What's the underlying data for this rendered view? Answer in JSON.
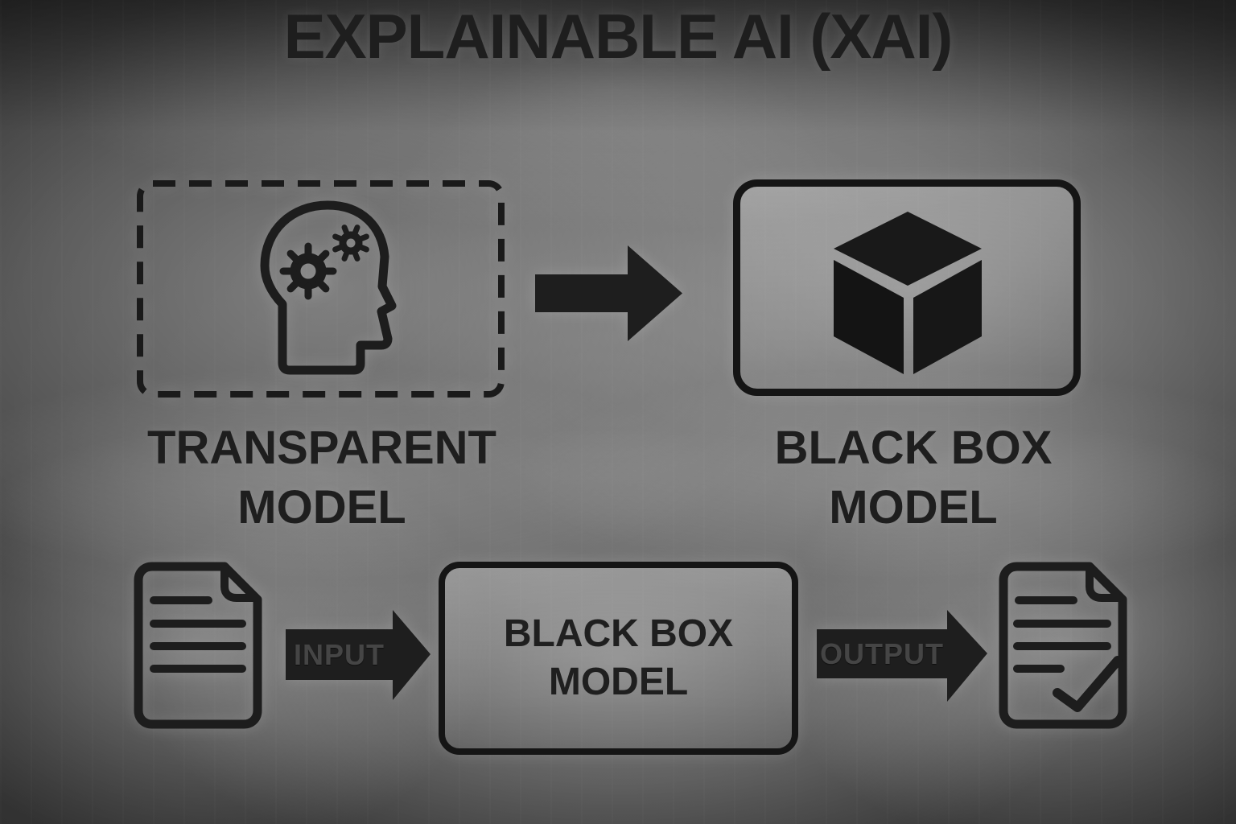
{
  "title": "EXPLAINABLE AI (XAI)",
  "top_row": {
    "transparent_model": {
      "label": "TRANSPARENT MODEL",
      "icon": "head-with-gears"
    },
    "arrow": {
      "icon": "right-arrow"
    },
    "black_box_model": {
      "label": "BLACK BOX MODEL",
      "icon": "black-cube"
    }
  },
  "bottom_row": {
    "input_document": {
      "icon": "document-lines"
    },
    "input_arrow": {
      "label": "INPUT"
    },
    "process_box": {
      "label": "BLACK BOX MODEL"
    },
    "output_arrow": {
      "label": "OUTPUT"
    },
    "output_document": {
      "icon": "document-check"
    }
  },
  "colors": {
    "ink": "#1d1d1d",
    "arrow_fill": "#1e1e1e",
    "arrow_text": "#454545",
    "background_light": "#8a8a8a",
    "background_dark": "#0d0d0d"
  }
}
